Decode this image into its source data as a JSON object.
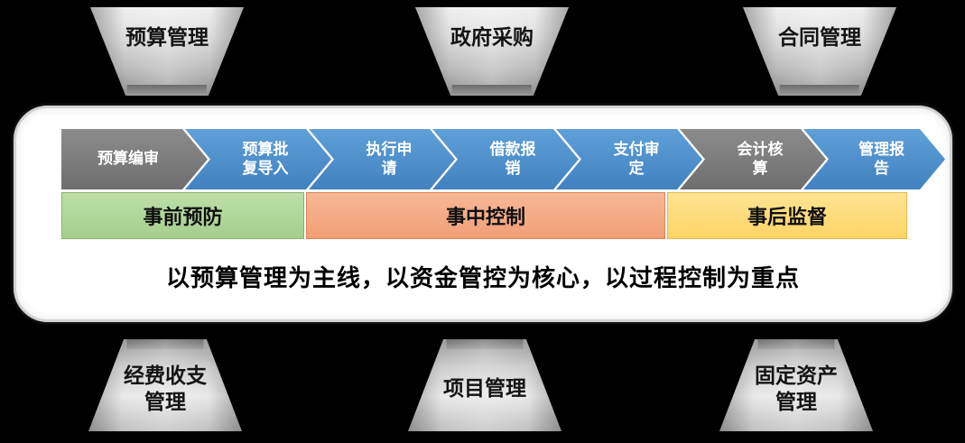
{
  "top_modules": [
    {
      "label": "预算管理"
    },
    {
      "label": "政府采购"
    },
    {
      "label": "合同管理"
    }
  ],
  "bottom_modules": [
    {
      "line1": "经费收支",
      "line2": "管理"
    },
    {
      "line1": "项目管理",
      "line2": ""
    },
    {
      "line1": "固定资产",
      "line2": "管理"
    }
  ],
  "process": {
    "steps": [
      {
        "line1": "预算编审",
        "line2": "",
        "color": "gray"
      },
      {
        "line1": "预算批",
        "line2": "复导入",
        "color": "blue"
      },
      {
        "line1": "执行申",
        "line2": "请",
        "color": "blue"
      },
      {
        "line1": "借款报",
        "line2": "销",
        "color": "blue"
      },
      {
        "line1": "支付审",
        "line2": "定",
        "color": "blue"
      },
      {
        "line1": "会计核",
        "line2": "算",
        "color": "gray"
      },
      {
        "line1": "管理报",
        "line2": "告",
        "color": "blue"
      }
    ]
  },
  "phases": [
    {
      "label": "事前预防",
      "color": "#a5cf8d",
      "color_light": "#bcdfa7",
      "border": "#86b169"
    },
    {
      "label": "事中控制",
      "color": "#f19f76",
      "color_light": "#f7b897",
      "border": "#da8557"
    },
    {
      "label": "事后监督",
      "color": "#fdd466",
      "color_light": "#ffe494",
      "border": "#e2b94f"
    }
  ],
  "panel": {
    "caption": "以预算管理为主线，以资金管控为核心，以过程控制为重点"
  },
  "colors": {
    "chevron_blue": {
      "top": "#5fa0d8",
      "bottom": "#4181c0"
    },
    "chevron_gray": {
      "top": "#8c8c8c",
      "bottom": "#6e6e6e"
    },
    "panel_bg": "#ffffff",
    "background": "#000000"
  }
}
